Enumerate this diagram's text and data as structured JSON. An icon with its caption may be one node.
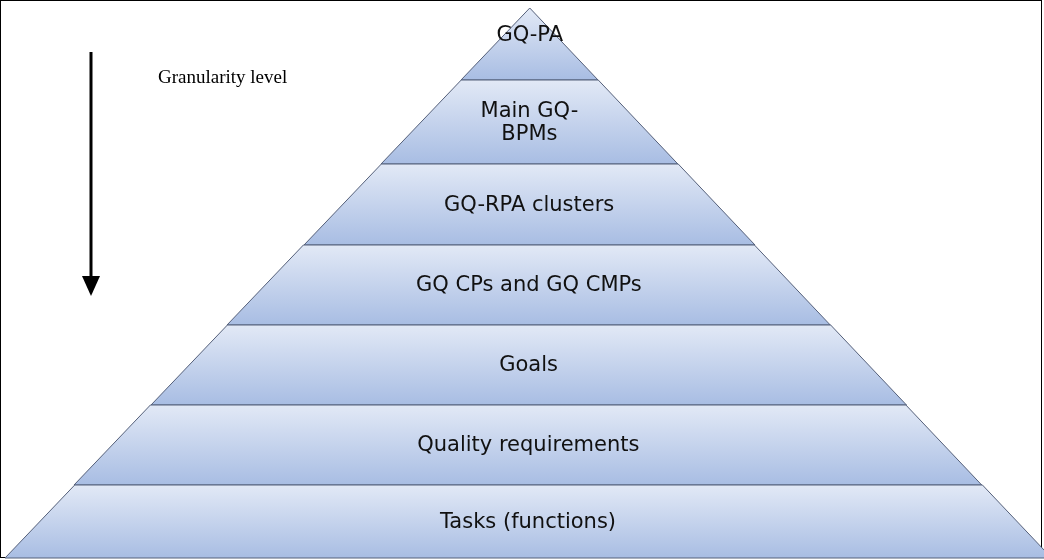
{
  "diagram": {
    "nodes": [
      {
        "text": [
          "GQ-PA"
        ]
      },
      {
        "text": [
          "Main GQ-BPMs"
        ]
      },
      {
        "text": [
          "GQ-RPA clusters"
        ]
      },
      {
        "text": [
          "GQ CPs and GQ CMPs"
        ]
      },
      {
        "text": [
          "Goals"
        ]
      },
      {
        "text": [
          "Quality requirements"
        ]
      },
      {
        "text": [
          "Tasks (functions)"
        ]
      }
    ],
    "labels": [
      "Granularity level"
    ]
  }
}
